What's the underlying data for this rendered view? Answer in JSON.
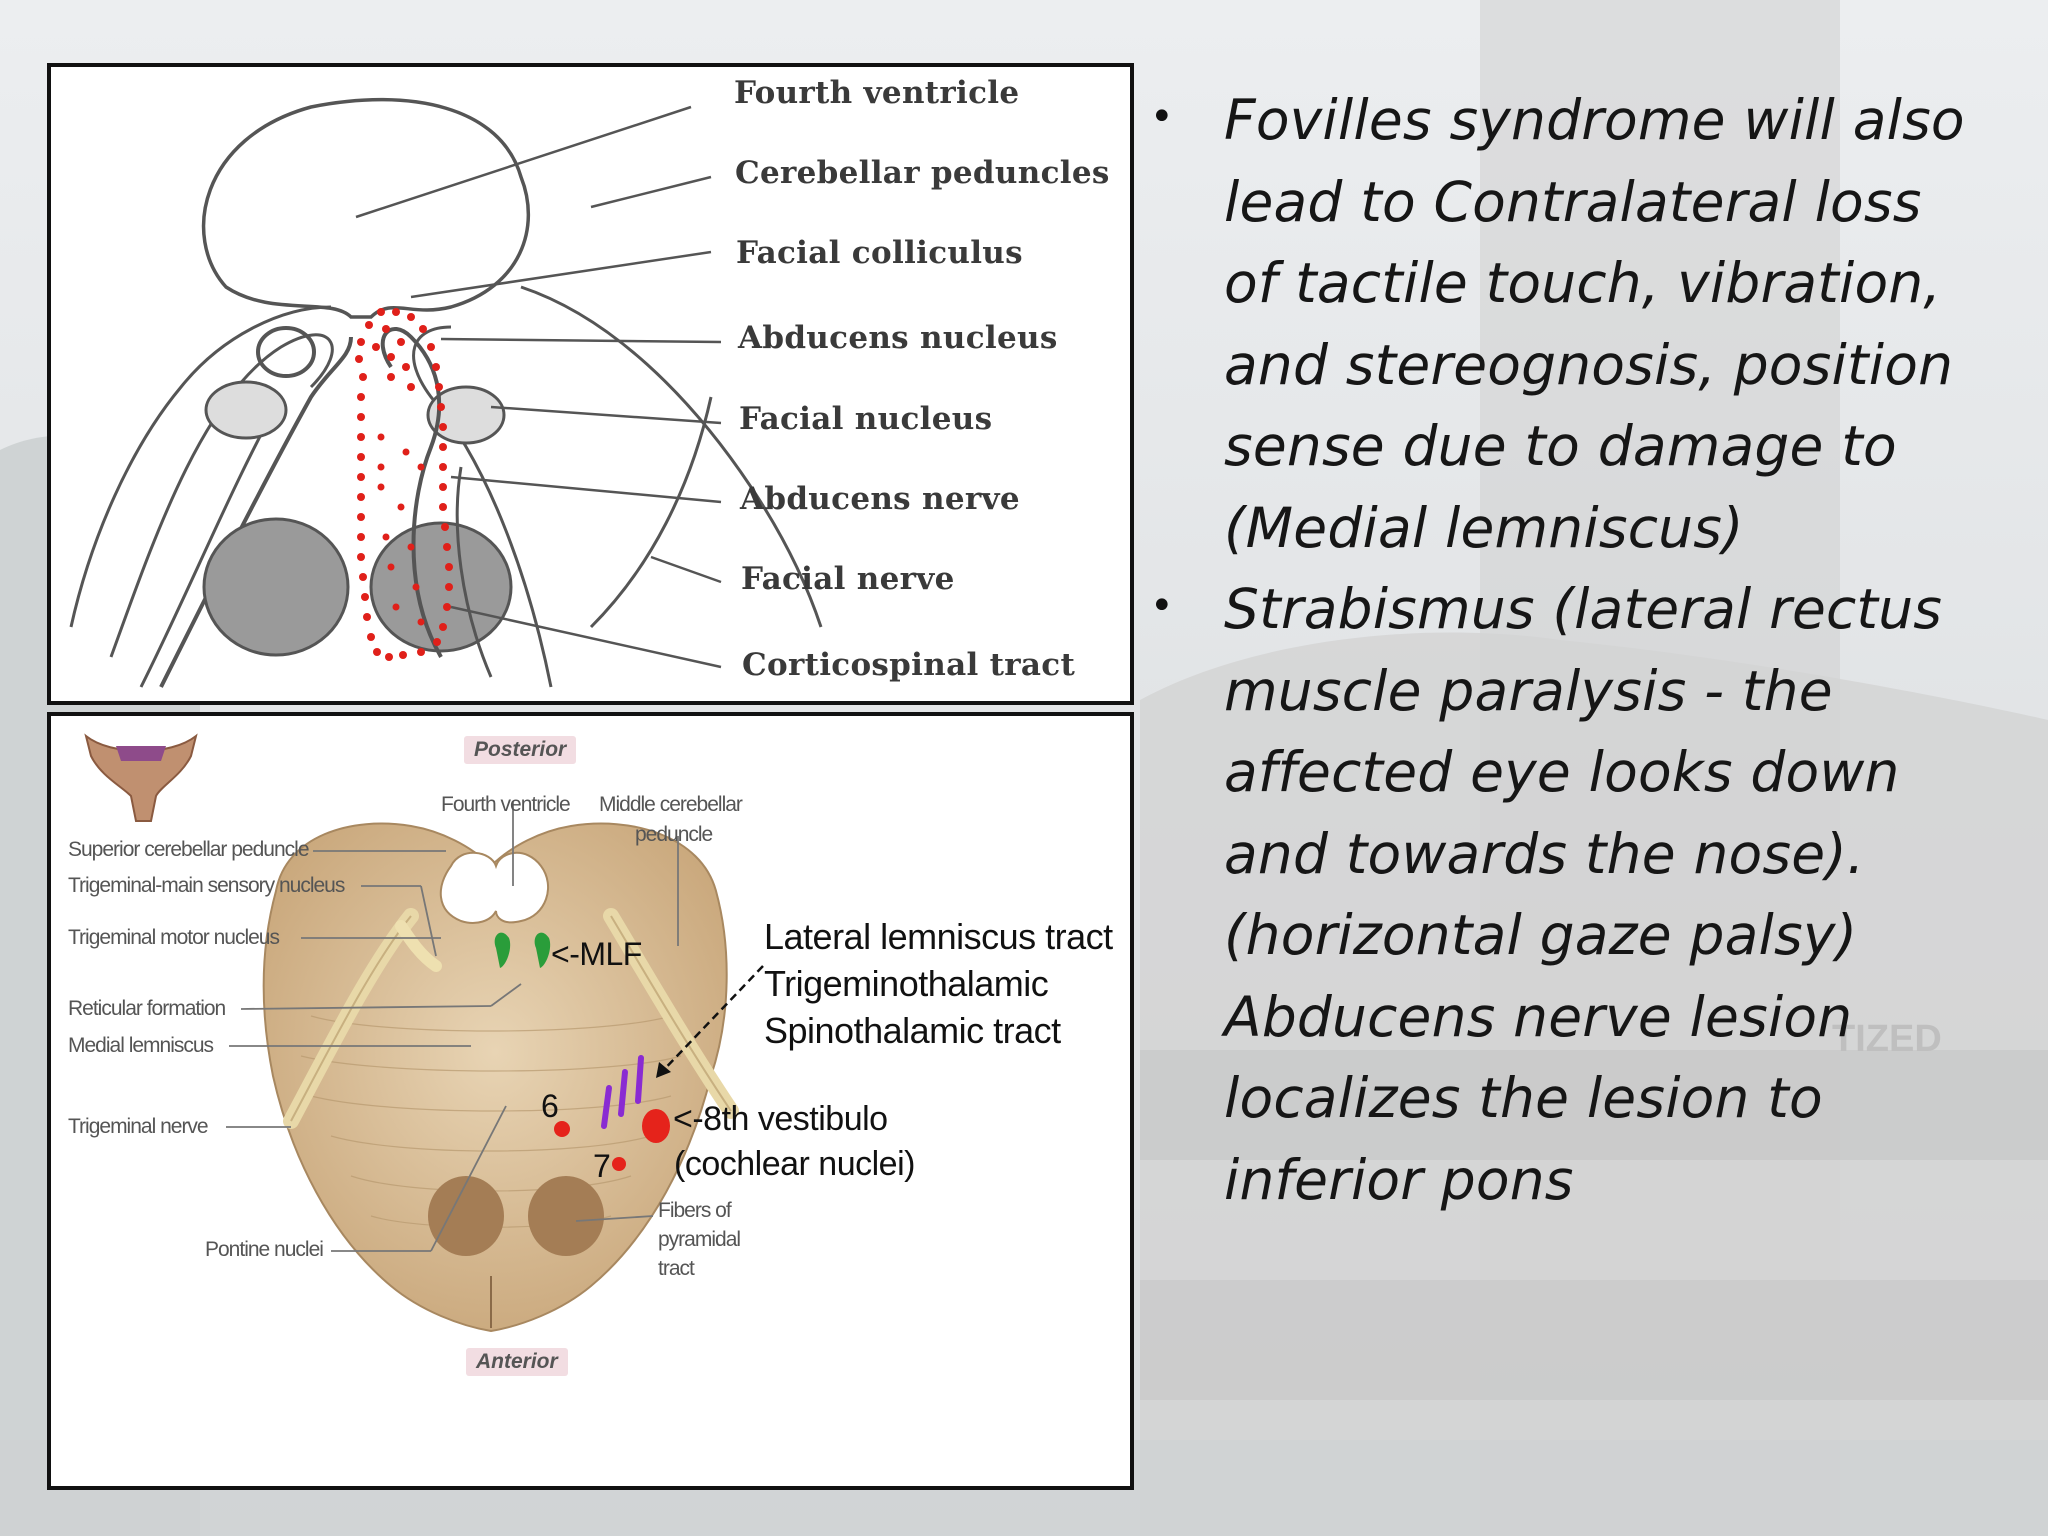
{
  "top_diagram": {
    "labels": [
      "Fourth ventricle",
      "Cerebellar peduncles",
      "Facial colliculus",
      "Abducens nucleus",
      "Facial nucleus",
      "Abducens nerve",
      "Facial nerve",
      "Corticospinal tract"
    ]
  },
  "bottom_diagram": {
    "posterior": "Posterior",
    "anterior": "Anterior",
    "fourth_ventricle": "Fourth ventricle",
    "middle_cerebellar_peduncle": [
      "Middle cerebellar",
      "peduncle"
    ],
    "left_labels": [
      "Superior cerebellar peduncle",
      "Trigeminal-main sensory nucleus",
      "Trigeminal motor nucleus",
      "Reticular formation",
      "Medial lemniscus",
      "Trigeminal nerve",
      "Pontine nuclei"
    ],
    "fibers_label": [
      "Fibers of",
      "pyramidal",
      "tract"
    ],
    "mlf": "<-MLF",
    "tracts": [
      "Lateral lemniscus tract",
      "Trigeminothalamic",
      "Spinothalamic tract"
    ],
    "num_6": "6",
    "num_7": "7",
    "vestibulo": "<-8th vestibulo",
    "cochlear": "(cochlear nuclei)",
    "watermark": "TIZED",
    "colors": {
      "mlf": "#2a9d3a",
      "nuclei": "#e5231b",
      "tracts": "#8a2bd2",
      "pons": "#c9a77b"
    }
  },
  "bullets": [
    {
      "lines": [
        "Fovilles syndrome  will also",
        "lead to Contralateral loss",
        "of tactile touch,  vibration,",
        "and stereognosis,  position",
        "sense due to damage  to",
        "(Medial lemniscus)"
      ]
    },
    {
      "lines": [
        "Strabismus (lateral rectus",
        "muscle paralysis  - the",
        "affected eye looks down",
        "and towards the nose).",
        "(horizontal gaze palsy)",
        "Abducens nerve lesion",
        "localizes the lesion  to",
        "inferior pons"
      ]
    }
  ]
}
